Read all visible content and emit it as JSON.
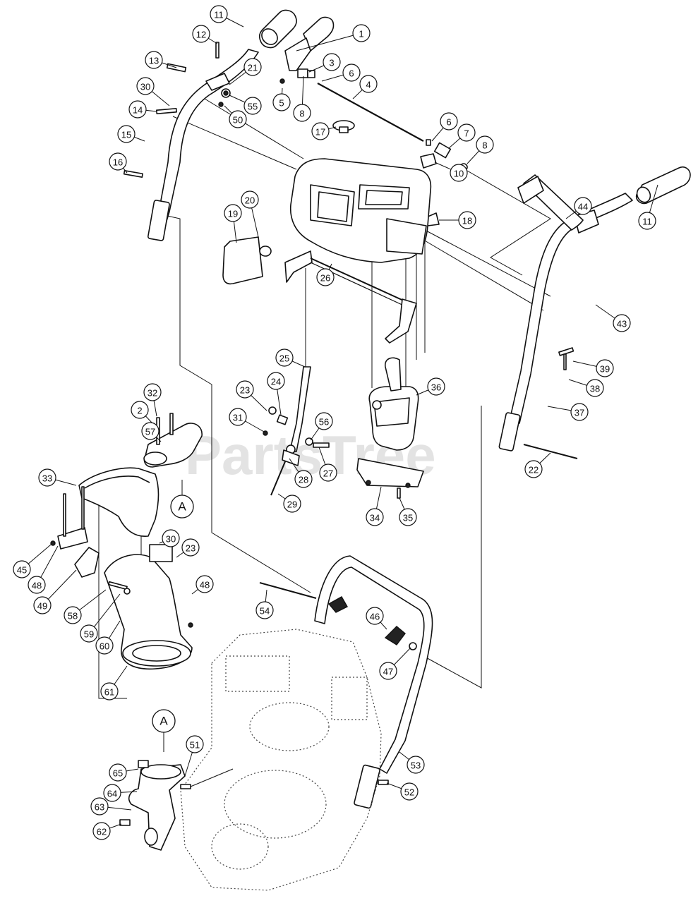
{
  "watermark": "PartsTree",
  "reference_marks": [
    "A",
    "A"
  ],
  "callouts": [
    "11",
    "12",
    "1",
    "13",
    "21",
    "3",
    "6",
    "4",
    "30",
    "14",
    "5",
    "55",
    "8",
    "50",
    "17",
    "6",
    "7",
    "8",
    "15",
    "16",
    "10",
    "18",
    "20",
    "19",
    "44",
    "11",
    "26",
    "43",
    "39",
    "38",
    "25",
    "36",
    "32",
    "23",
    "24",
    "31",
    "56",
    "2",
    "57",
    "37",
    "22",
    "28",
    "27",
    "29",
    "33",
    "34",
    "35",
    "30",
    "23",
    "48",
    "45",
    "48",
    "49",
    "58",
    "59",
    "54",
    "46",
    "60",
    "47",
    "61",
    "51",
    "53",
    "65",
    "64",
    "52",
    "63",
    "62"
  ]
}
